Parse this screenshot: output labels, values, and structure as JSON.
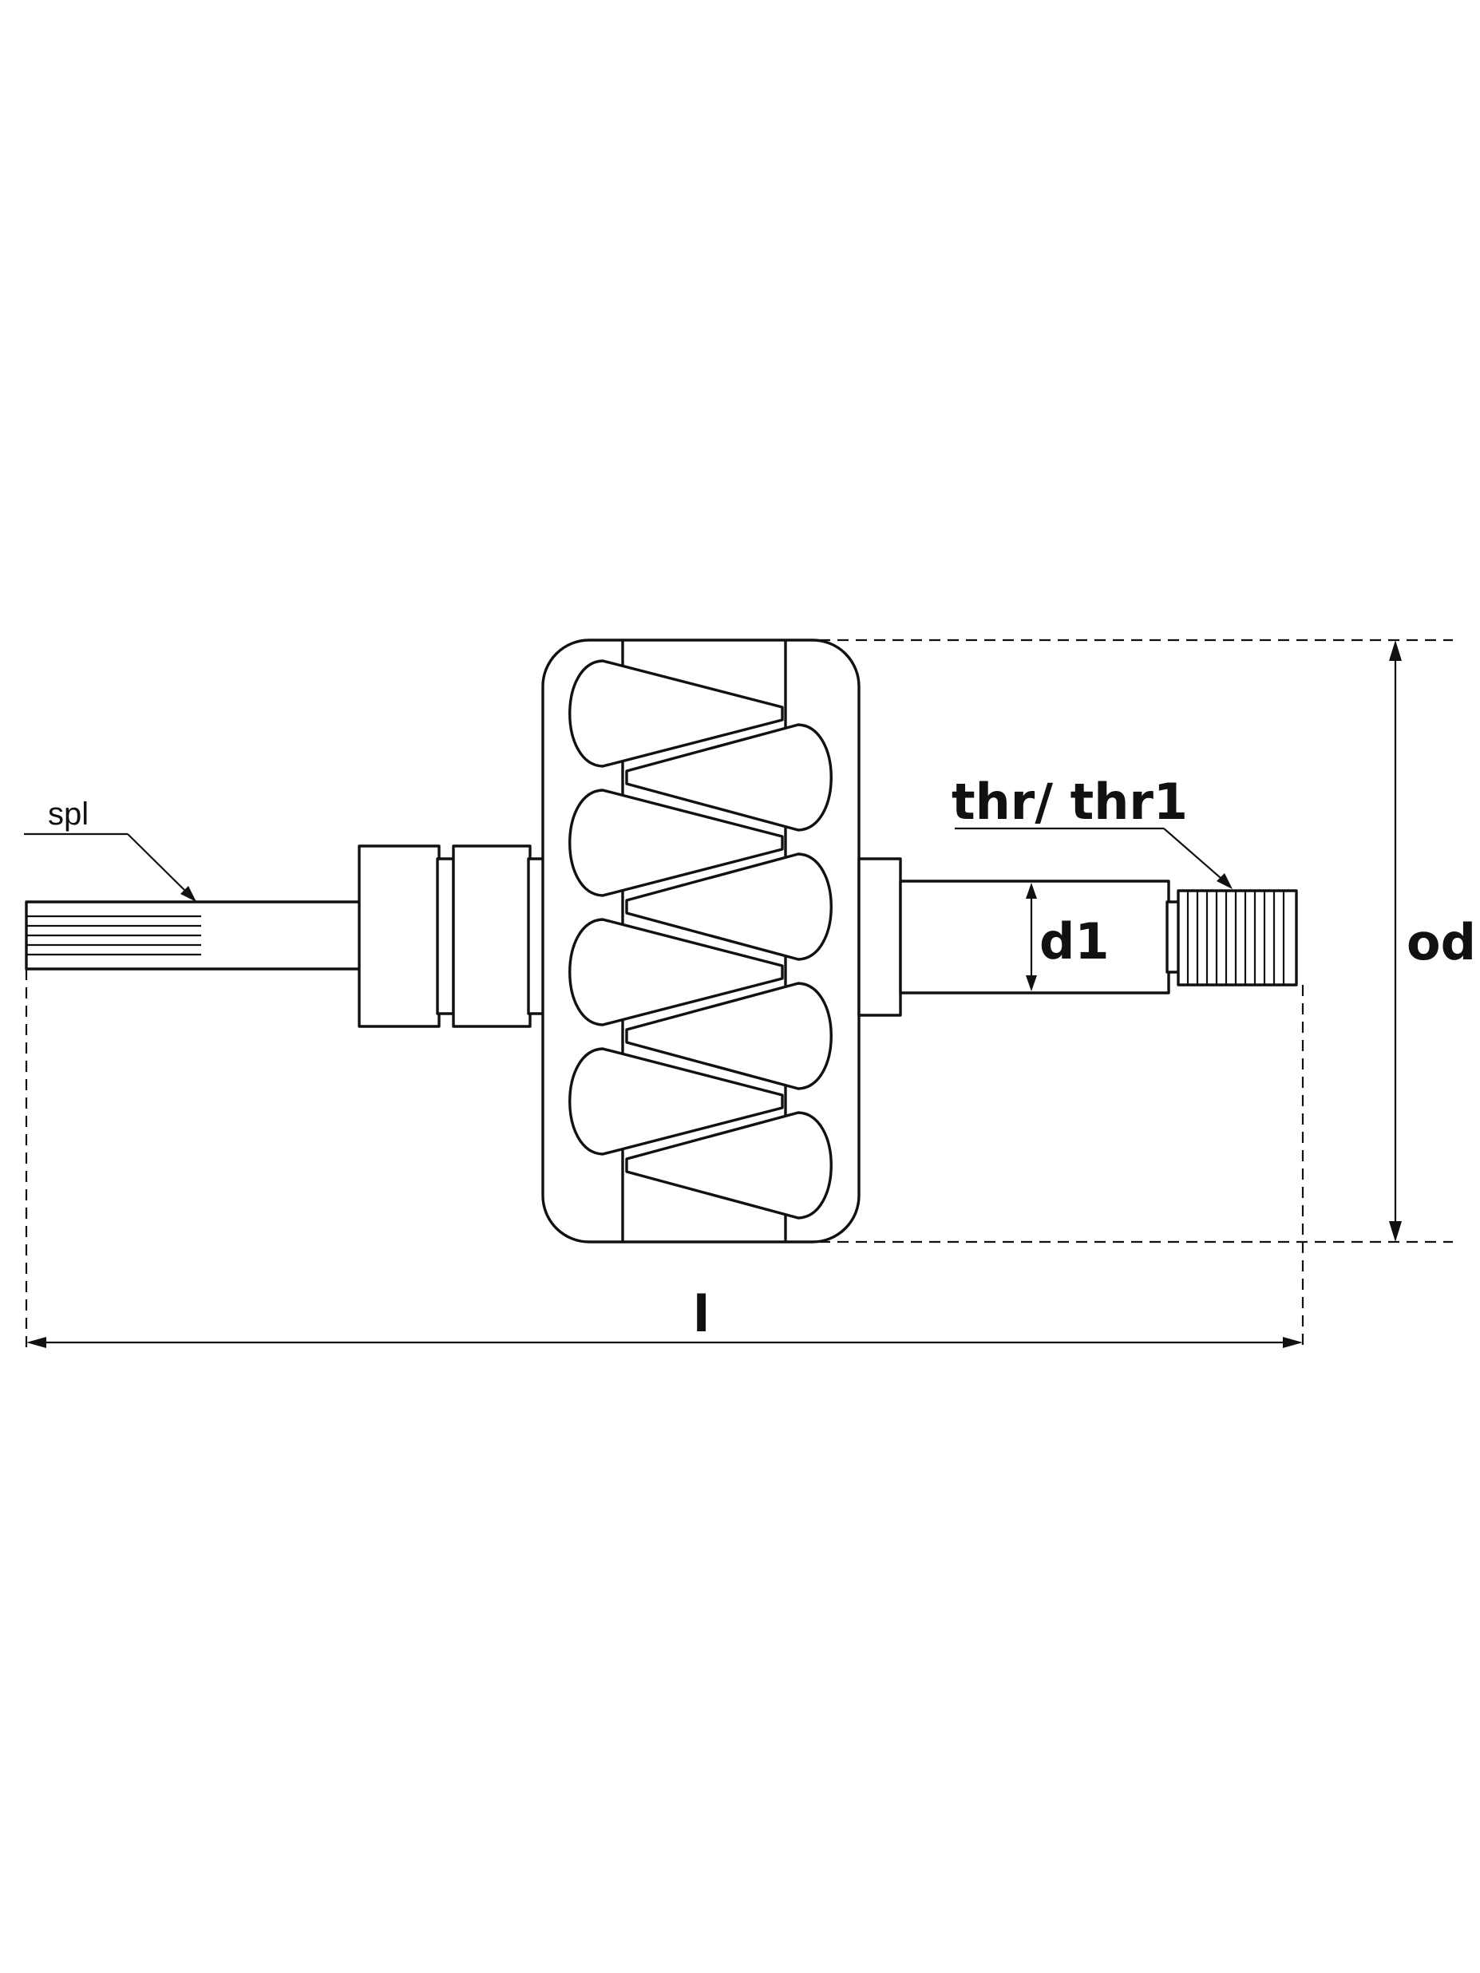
{
  "labels": {
    "spl": "spl",
    "thr": "thr/ thr1",
    "d1": "d1",
    "od": "od",
    "l": "l"
  },
  "colors": {
    "line": "#111111",
    "background": "#ffffff"
  }
}
